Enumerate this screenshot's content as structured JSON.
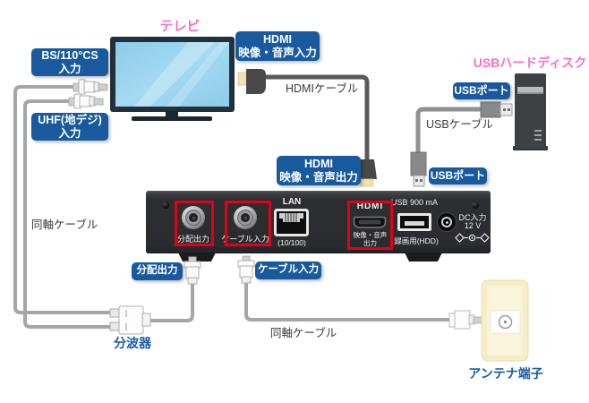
{
  "title_labels": {
    "tv": "テレビ",
    "usb_hdd": "USBハードディスク",
    "splitter": "分波器",
    "antenna_outlet": "アンテナ端子"
  },
  "badges": {
    "bs_cs": {
      "line1": "BS/110°CS",
      "line2": "入力"
    },
    "uhf": {
      "line1": "UHF(地デジ)",
      "line2": "入力"
    },
    "hdmi_in": {
      "line1": "HDMI",
      "line2": "映像・音声入力"
    },
    "hdmi_out": {
      "line1": "HDMI",
      "line2": "映像・音声出力"
    },
    "usb_port_hdd": "USBポート",
    "usb_port_tuner": "USBポート",
    "dist_out": "分配出力",
    "cable_in": "ケーブル入力"
  },
  "cable_labels": {
    "hdmi": "HDMIケーブル",
    "usb": "USBケーブル",
    "coax_left": "同軸ケーブル",
    "coax_bottom": "同軸ケーブル"
  },
  "device": {
    "port_dist_out": "分配出力",
    "port_cable_in": "ケーブル入力",
    "lan": "LAN",
    "lan_speed": "(10/100)",
    "hdmi_logo": "HDMI",
    "hdmi_out_line1": "映像・音声",
    "hdmi_out_line2": "出力",
    "usb_label": "USB 900 mA",
    "usb_sub": "録画用(HDD)",
    "dc_line1": "DC入力",
    "dc_line2": "12 V"
  },
  "colors": {
    "badge_blue": "#185a9d",
    "label_pink": "#fa6fc6",
    "label_blue": "#1a5ca1",
    "highlight_red": "#e0001a",
    "coax_cable_gray": "#a6a6a6",
    "hdmi_cable_gray": "#58595b",
    "usb_cable_gray": "#8f9193",
    "device_black": "#2b2c2f",
    "tv_screen_blue": "#93d0ec",
    "wall_plate_yellow": "#f6eec5"
  }
}
